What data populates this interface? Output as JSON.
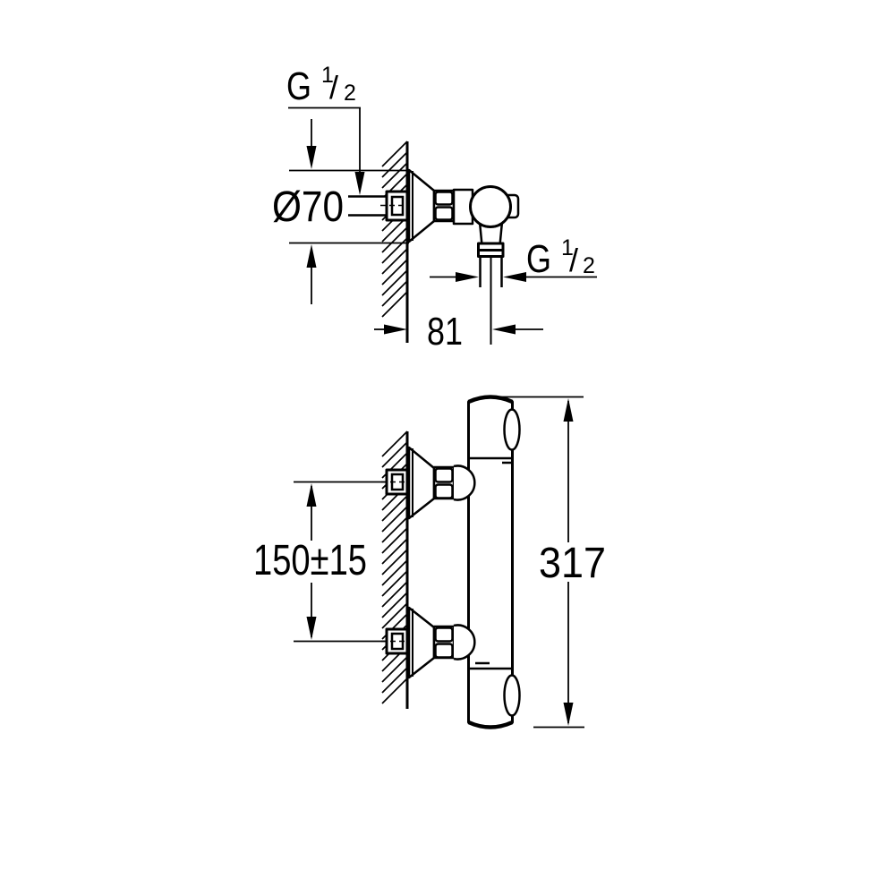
{
  "colors": {
    "background": "#ffffff",
    "line": "#000000"
  },
  "labels": {
    "thread": {
      "prefix": "G",
      "numerator": "1",
      "slash": "/",
      "denominator": "2"
    },
    "diameter": "Ø70",
    "wall_to_hose": "81",
    "connection_spacing": "150±15",
    "overall_height": "317"
  }
}
